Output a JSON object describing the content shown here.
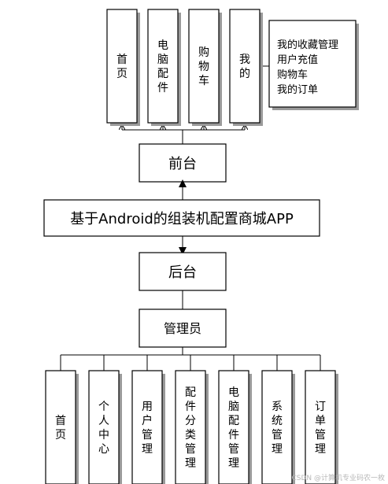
{
  "diagram": {
    "center": "基于Android的组装机配置商城APP",
    "frontend": "前台",
    "backend": "后台",
    "admin": "管理员",
    "frontend_modules": [
      "首页",
      "电脑配件",
      "购物车",
      "我的"
    ],
    "my_submodules": [
      "我的收藏管理",
      "用户充值",
      "购物车",
      "我的订单"
    ],
    "admin_modules": [
      "首页",
      "个人中心",
      "用户管理",
      "配件分类管理",
      "电脑配件管理",
      "系统管理",
      "订单管理"
    ]
  },
  "watermark": "CSDN @计算机专业码农一枚"
}
